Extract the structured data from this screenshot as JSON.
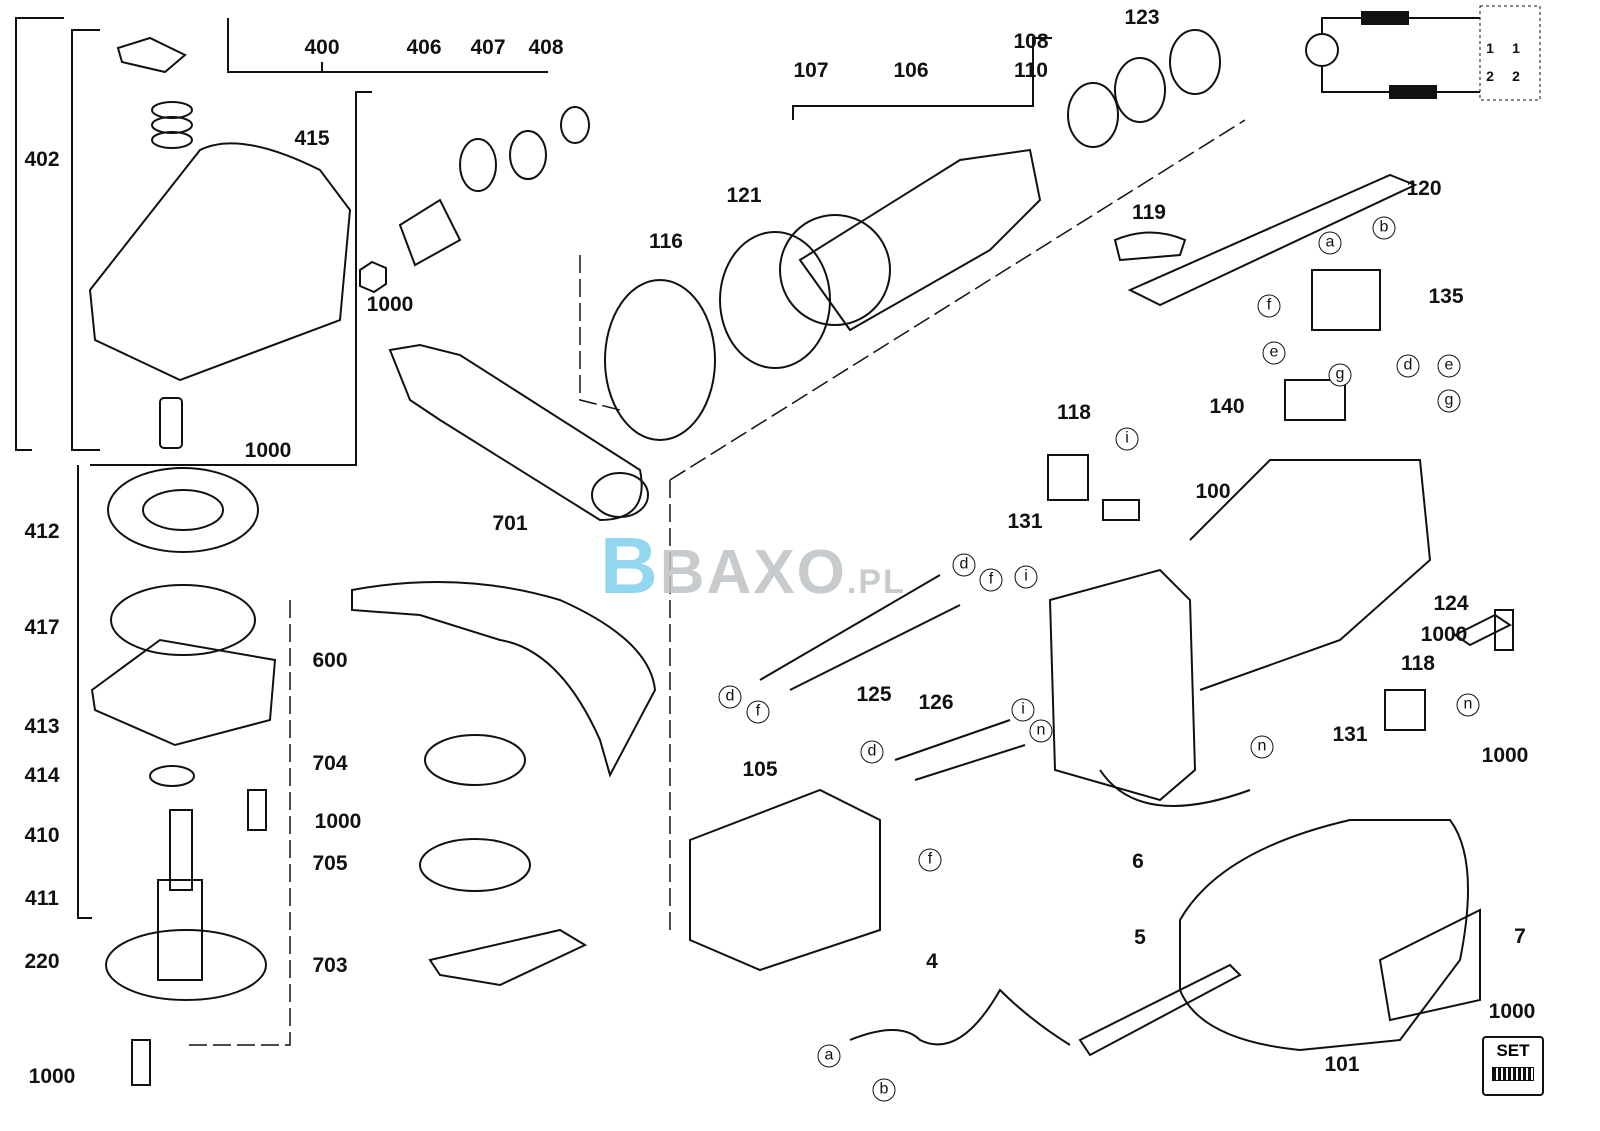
{
  "watermark": {
    "brand": "B",
    "text": "BAXO",
    "suffix": ".PL"
  },
  "set_badge": "SET",
  "part_numbers": [
    "400",
    "406",
    "407",
    "408",
    "402",
    "415",
    "1000",
    "1000",
    "412",
    "417",
    "413",
    "414",
    "410",
    "411",
    "220",
    "1000",
    "1000",
    "704",
    "705",
    "703",
    "600",
    "701",
    "116",
    "121",
    "107",
    "106",
    "108",
    "110",
    "123",
    "120",
    "119",
    "135",
    "140",
    "118",
    "131",
    "100",
    "124",
    "1000",
    "118",
    "131",
    "126",
    "125",
    "105",
    "6",
    "1000",
    "7",
    "5",
    "4",
    "101",
    "1000"
  ],
  "wire_letters": [
    "a",
    "b",
    "f",
    "e",
    "g",
    "d",
    "e",
    "g",
    "i",
    "d",
    "f",
    "i",
    "d",
    "f",
    "i",
    "n",
    "d",
    "f",
    "n",
    "n",
    "a",
    "b"
  ],
  "schematic_labels": [
    "1",
    "1",
    "2",
    "2"
  ]
}
